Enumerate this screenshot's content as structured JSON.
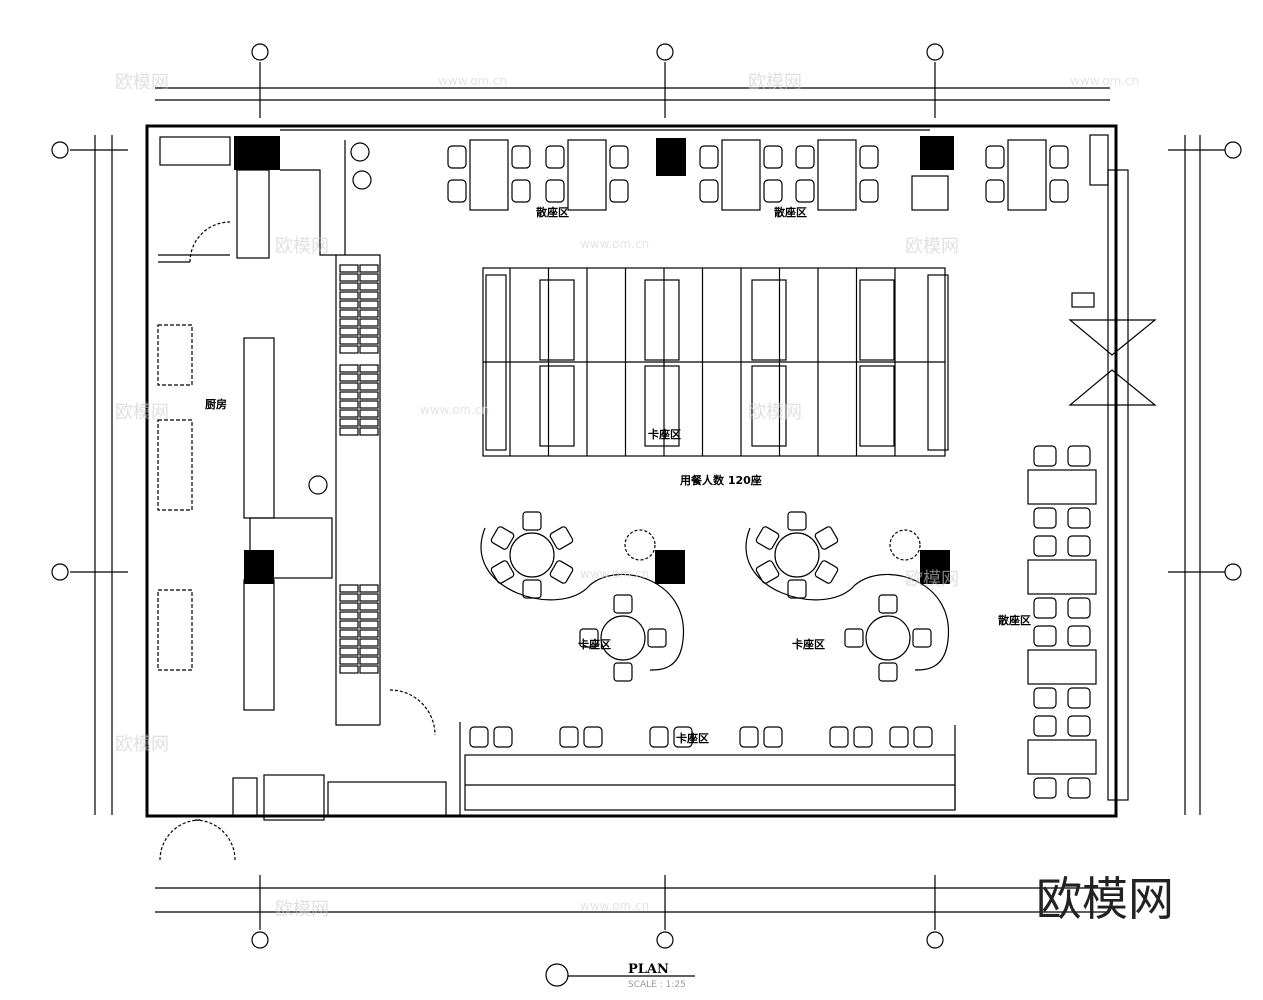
{
  "plan": {
    "title": "PLAN",
    "scale": "SCALE : 1:25",
    "zones": {
      "kitchen": "厨房",
      "booth_area": "卡座区",
      "loose_seating_area": "散座区",
      "dining_capacity": "用餐人数 120座"
    }
  },
  "watermark": {
    "logo": "欧模网",
    "url": "www.om.cn"
  },
  "colors": {
    "line": "#000000",
    "background": "#ffffff",
    "watermark": "#cccccc"
  }
}
